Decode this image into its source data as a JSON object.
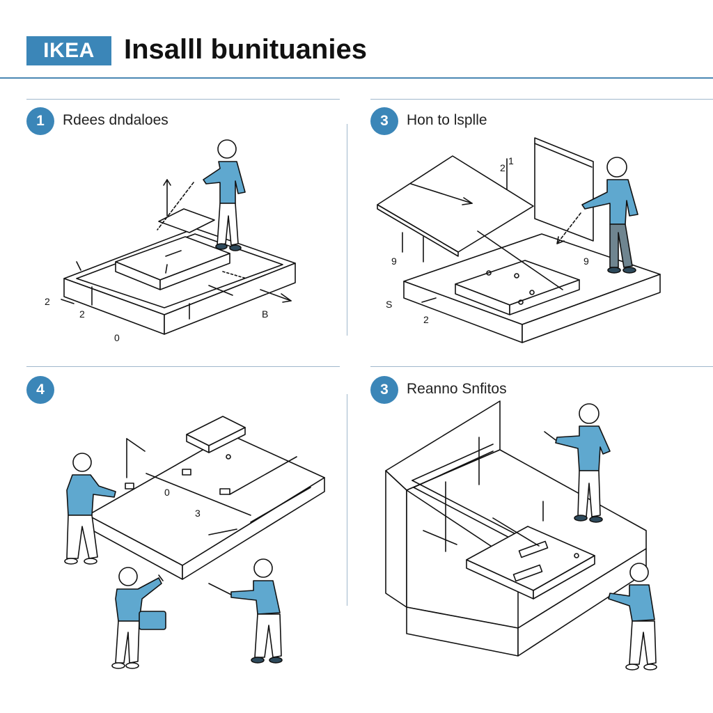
{
  "header": {
    "logo_text": "IKEA",
    "title": "Insalll bunituanies"
  },
  "colors": {
    "accent": "#3b86b8",
    "shirt": "#5fa8cf",
    "pants_dark": "#6f8590",
    "line": "#111111"
  },
  "steps": [
    {
      "number": "1",
      "label": "Rdees dndaloes",
      "callouts": [
        "2",
        "2",
        "0",
        "B"
      ]
    },
    {
      "number": "3",
      "label": "Hon to lsplle",
      "callouts": [
        "2",
        "1",
        "9",
        "9",
        "S",
        "2"
      ]
    },
    {
      "number": "4",
      "label": "",
      "callouts": [
        "0",
        "3"
      ]
    },
    {
      "number": "3",
      "label": "Reanno Snfitos",
      "callouts": []
    }
  ]
}
